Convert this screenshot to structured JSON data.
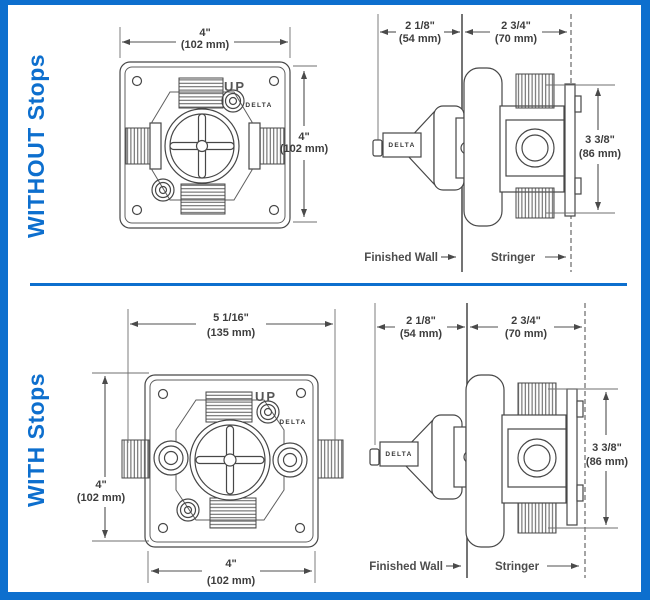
{
  "colors": {
    "accent_blue": "#0d6fce",
    "line_dark": "#474747",
    "dim_text": "#3d3d3d"
  },
  "sections": [
    {
      "label": "WITHOUT Stops",
      "front": {
        "up_label": "UP",
        "brand": "DELTA",
        "width_in": "4\"",
        "width_mm": "(102 mm)",
        "height_in": "4\"",
        "height_mm": "(102 mm)"
      },
      "side": {
        "brand": "DELTA",
        "front_depth_in": "2 1/8\"",
        "front_depth_mm": "(54 mm)",
        "back_depth_in": "2 3/4\"",
        "back_depth_mm": "(70 mm)",
        "height_in": "3 3/8\"",
        "height_mm": "(86 mm)",
        "wall_label": "Finished Wall",
        "stringer_label": "Stringer"
      }
    },
    {
      "label": "WITH Stops",
      "front": {
        "up_label": "UP",
        "brand": "DELTA",
        "overall_width_in": "5 1/16\"",
        "overall_width_mm": "(135 mm)",
        "height_in": "4\"",
        "height_mm": "(102 mm)",
        "width_in": "4\"",
        "width_mm": "(102 mm)"
      },
      "side": {
        "brand": "DELTA",
        "front_depth_in": "2 1/8\"",
        "front_depth_mm": "(54 mm)",
        "back_depth_in": "2 3/4\"",
        "back_depth_mm": "(70 mm)",
        "height_in": "3 3/8\"",
        "height_mm": "(86 mm)",
        "wall_label": "Finished Wall",
        "stringer_label": "Stringer"
      }
    }
  ]
}
